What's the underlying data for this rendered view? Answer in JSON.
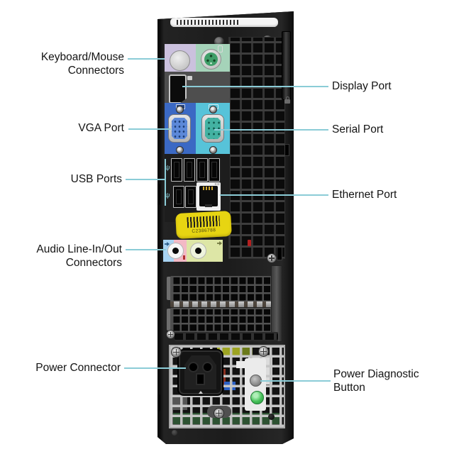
{
  "callouts": {
    "keyboard_mouse": {
      "label": "Keyboard/Mouse\nConnectors"
    },
    "vga": {
      "label": "VGA Port"
    },
    "usb": {
      "label": "USB Ports"
    },
    "audio": {
      "label": "Audio Line-In/Out\nConnectors"
    },
    "power": {
      "label": "Power Connector"
    },
    "display_port": {
      "label": "Display Port"
    },
    "serial": {
      "label": "Serial Port"
    },
    "ethernet": {
      "label": "Ethernet Port"
    },
    "power_diag": {
      "label": "Power Diagnostic\nButton"
    }
  },
  "sticker": {
    "code": "C2386788"
  },
  "icons": {
    "usb_symbol": "ψ"
  },
  "colors": {
    "callout_line": "#8bccd7",
    "ps2_keyboard_bg": "#cbc1de",
    "ps2_keyboard_port": "#8a7cc6",
    "ps2_mouse_bg": "#a5d3b9",
    "ps2_mouse_port": "#3f9e68",
    "vga_bg": "#3b69c4",
    "serial_bg": "#57c3d9",
    "audio_in_blue": "#a8d3f2",
    "audio_in_pink": "#f3b9c5",
    "audio_out_green": "#dde6a6",
    "sticker_yellow": "#e7d512",
    "power_led_green": "#45c058"
  }
}
